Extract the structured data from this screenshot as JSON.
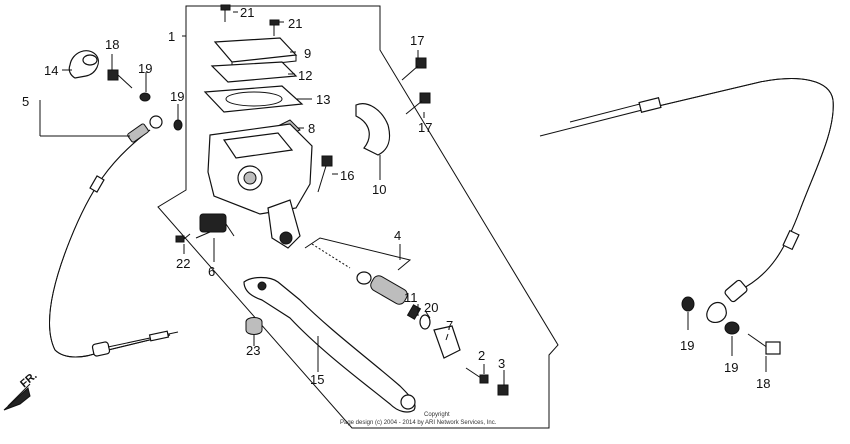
{
  "callouts": [
    {
      "id": "c1",
      "text": "1"
    },
    {
      "id": "c2",
      "text": "2"
    },
    {
      "id": "c3",
      "text": "3"
    },
    {
      "id": "c4",
      "text": "4"
    },
    {
      "id": "c5",
      "text": "5"
    },
    {
      "id": "c6",
      "text": "6"
    },
    {
      "id": "c7",
      "text": "7"
    },
    {
      "id": "c8",
      "text": "8"
    },
    {
      "id": "c9",
      "text": "9"
    },
    {
      "id": "c10",
      "text": "10"
    },
    {
      "id": "c11",
      "text": "11"
    },
    {
      "id": "c12",
      "text": "12"
    },
    {
      "id": "c13",
      "text": "13"
    },
    {
      "id": "c14",
      "text": "14"
    },
    {
      "id": "c15",
      "text": "15"
    },
    {
      "id": "c16",
      "text": "16"
    },
    {
      "id": "c17a",
      "text": "17"
    },
    {
      "id": "c17b",
      "text": "17"
    },
    {
      "id": "c18a",
      "text": "18"
    },
    {
      "id": "c18b",
      "text": "18"
    },
    {
      "id": "c19a",
      "text": "19"
    },
    {
      "id": "c19b",
      "text": "19"
    },
    {
      "id": "c19c",
      "text": "19"
    },
    {
      "id": "c19d",
      "text": "19"
    },
    {
      "id": "c20",
      "text": "20"
    },
    {
      "id": "c21a",
      "text": "21"
    },
    {
      "id": "c21b",
      "text": "21"
    },
    {
      "id": "c22",
      "text": "22"
    },
    {
      "id": "c23",
      "text": "23"
    }
  ],
  "direction_marker": "FR.",
  "copyright": {
    "line1": "Copyright",
    "line2": "Page design (c) 2004 - 2014 by ARI Network Services, Inc."
  }
}
